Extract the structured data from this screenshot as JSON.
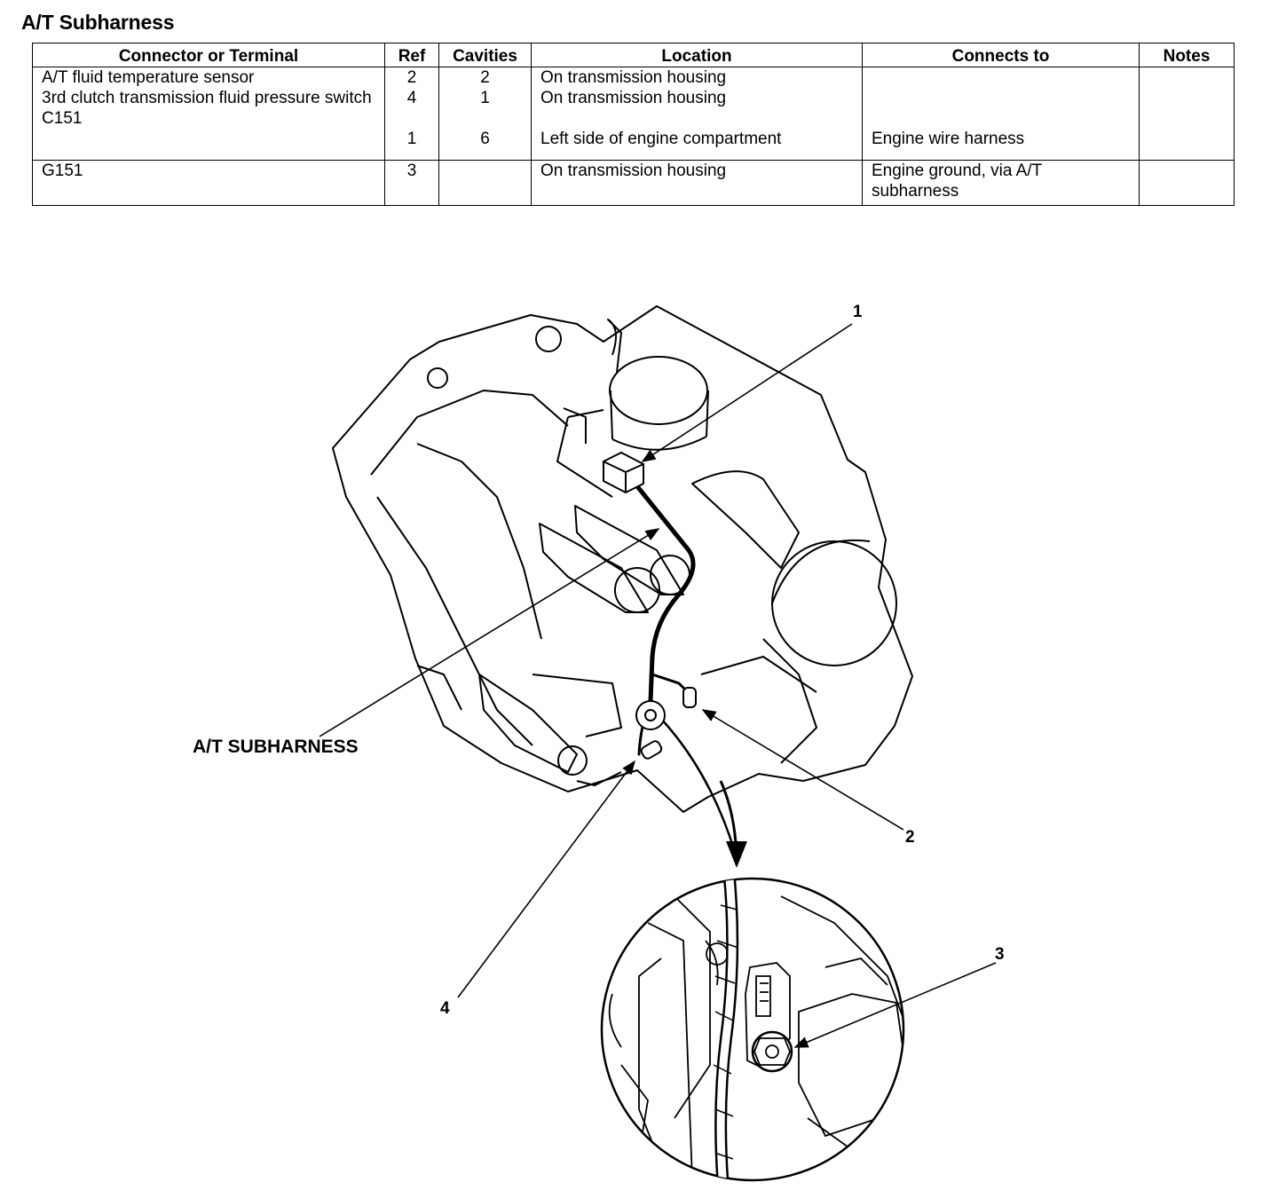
{
  "title": "A/T Subharness",
  "table": {
    "headers": [
      "Connector or Terminal",
      "Ref",
      "Cavities",
      "Location",
      "Connects to",
      "Notes"
    ],
    "group1": {
      "connectors": [
        "A/T fluid temperature sensor",
        "3rd clutch transmission fluid pressure switch",
        "C151"
      ],
      "refs": [
        "2",
        "4",
        "1"
      ],
      "cavities": [
        "2",
        "1",
        "6"
      ],
      "locations": [
        "On transmission housing",
        "On transmission housing",
        "Left side of engine compartment"
      ],
      "connects_to": "Engine wire harness",
      "notes": ""
    },
    "group2": {
      "connector": "G151",
      "ref": "3",
      "cavities": "",
      "location": "On transmission housing",
      "connects_to": "Engine ground, via A/T subharness",
      "notes": ""
    }
  },
  "diagram": {
    "subharness_label": "A/T SUBHARNESS",
    "callouts": [
      "1",
      "2",
      "3",
      "4"
    ]
  }
}
